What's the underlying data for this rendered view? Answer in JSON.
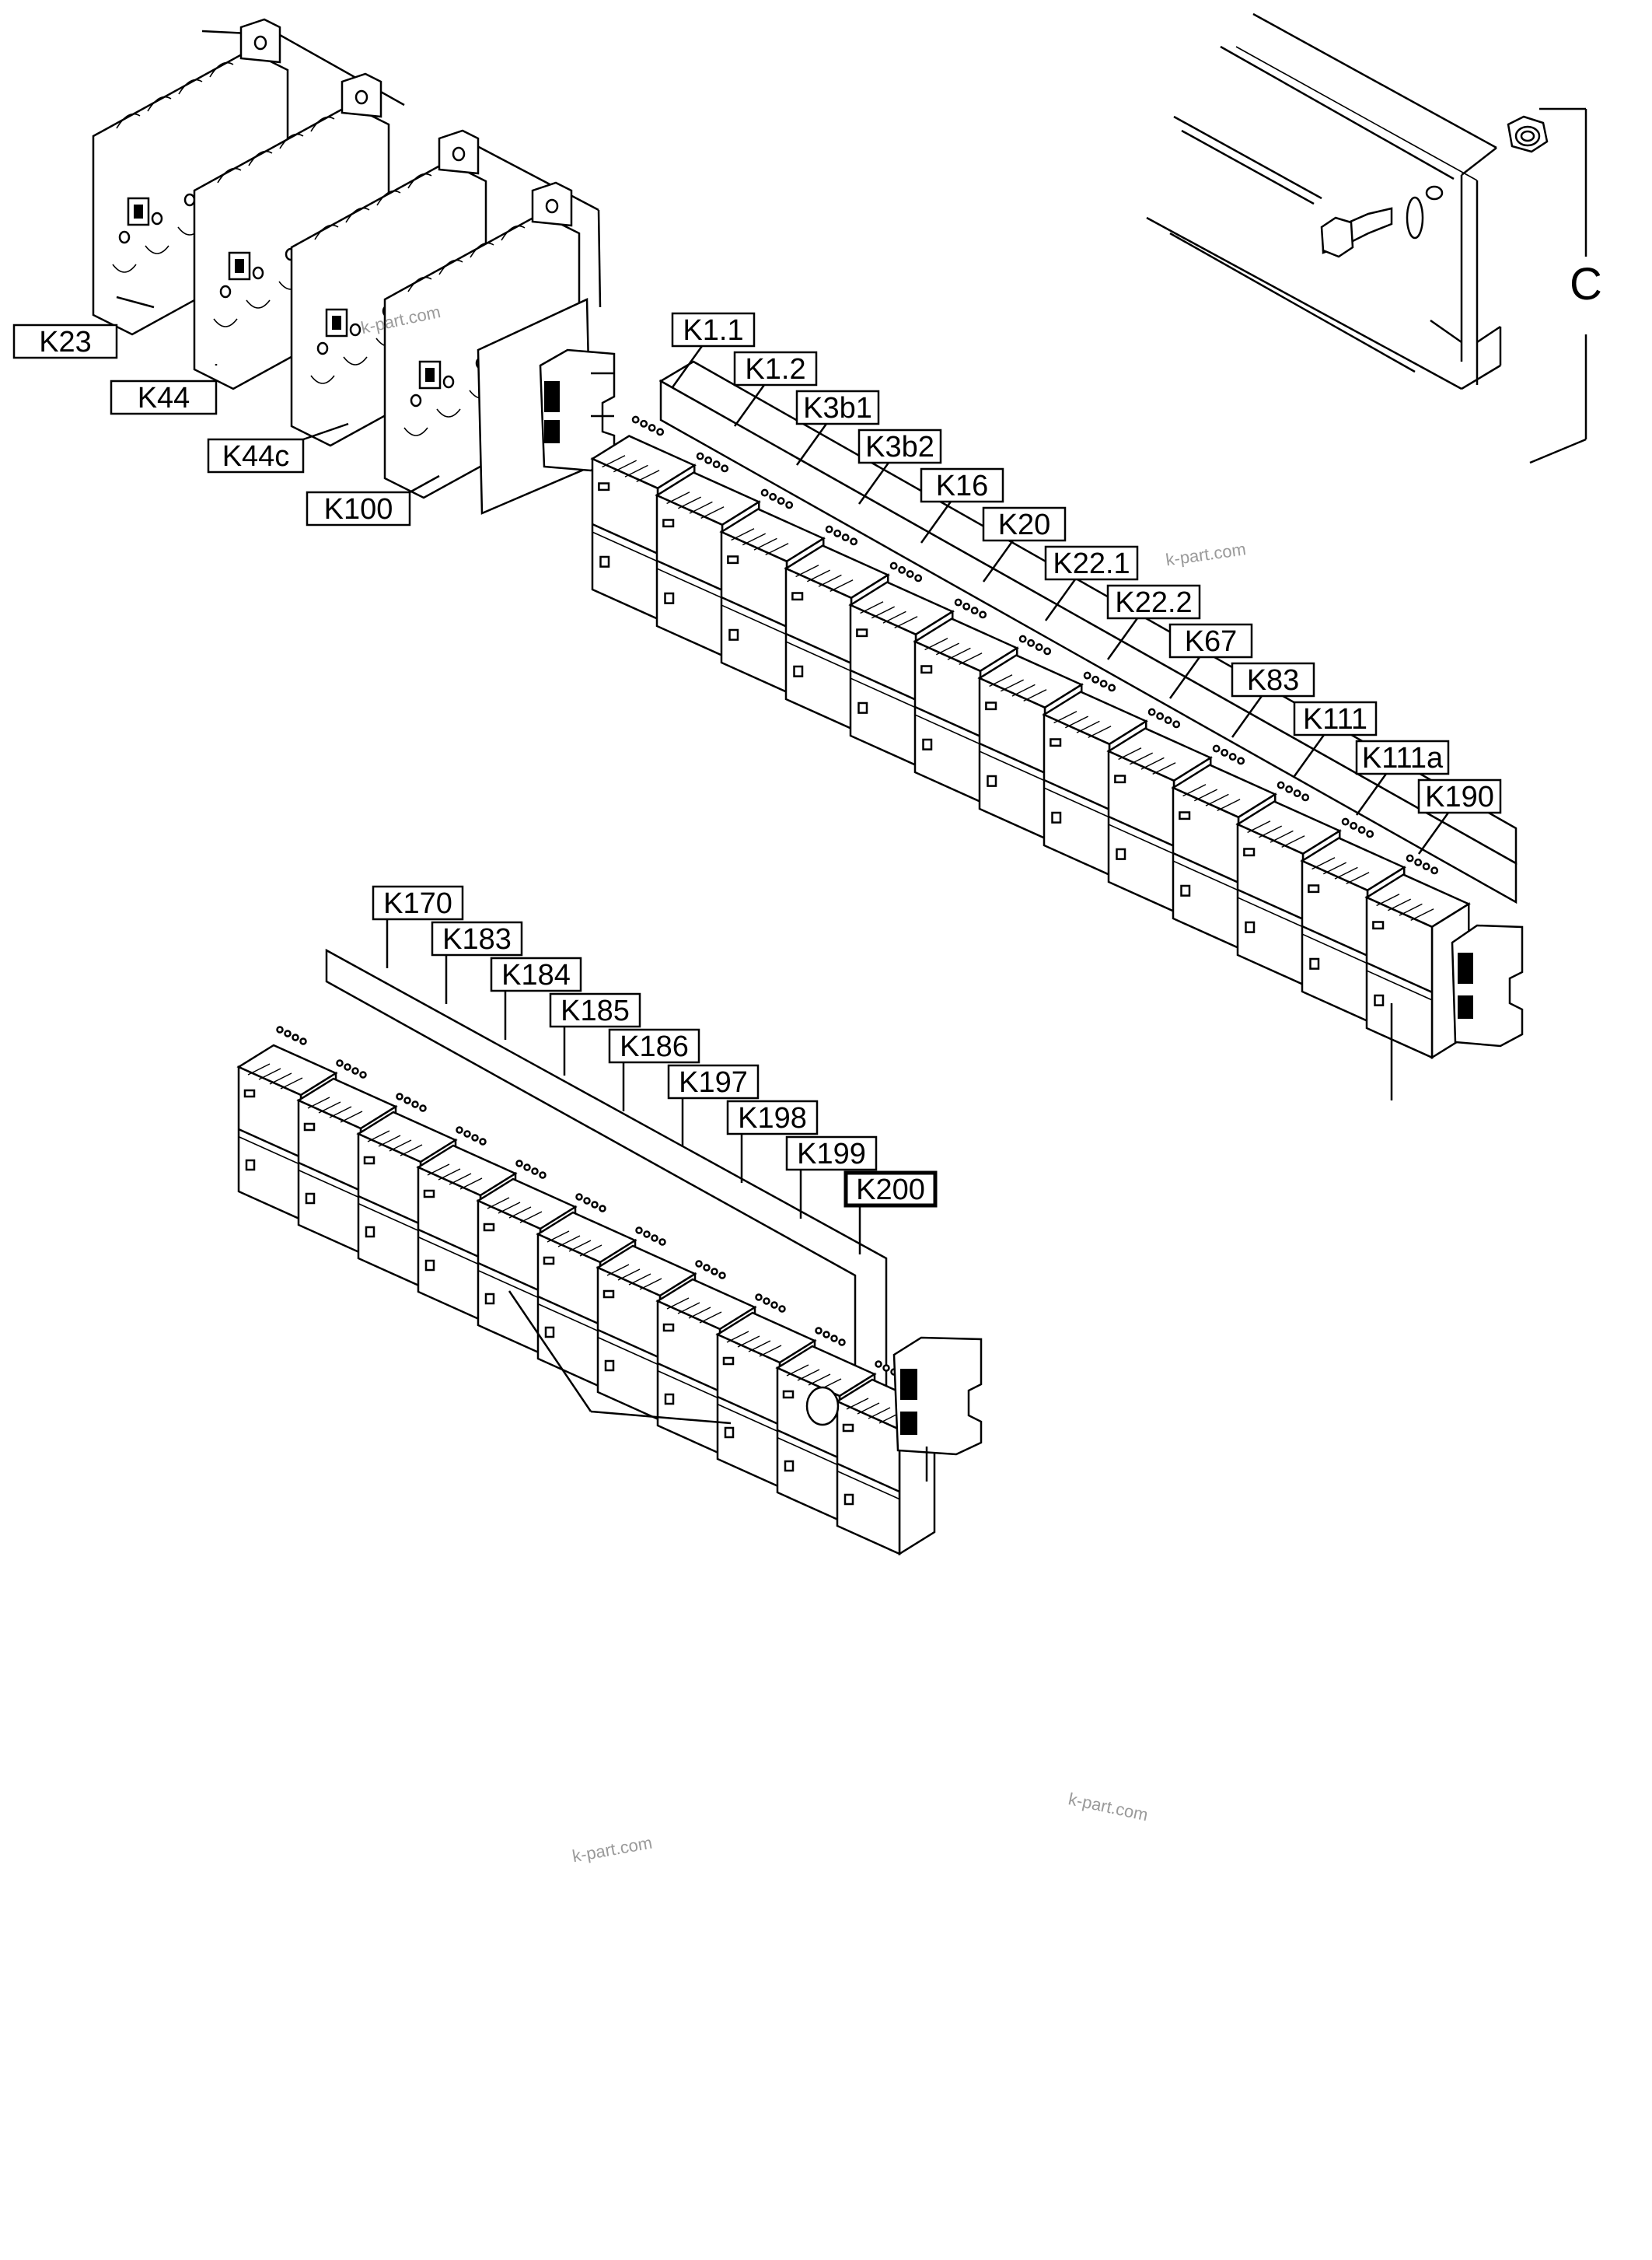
{
  "upper_labels": [
    "K23",
    "K44",
    "K44c",
    "K100"
  ],
  "relay_row_labels": [
    "K1.1",
    "K1.2",
    "K3b1",
    "K3b2",
    "K16",
    "K20",
    "K22.1",
    "K22.2",
    "K67",
    "K83",
    "K111",
    "K111a",
    "K190"
  ],
  "lower_row_labels": [
    "K170",
    "K183",
    "K184",
    "K185",
    "K186",
    "K197",
    "K198",
    "K199",
    "K200"
  ],
  "selected_label": "K200",
  "detail_label": "C",
  "watermarks": [
    "k-part.com",
    "k-part.com",
    "k-part.com",
    "k-part.com"
  ]
}
